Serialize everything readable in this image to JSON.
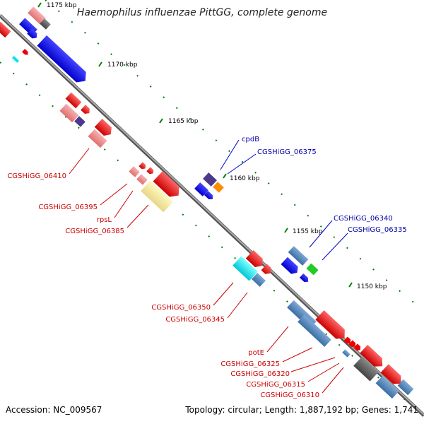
{
  "title": "Haemophilus influenzae PittGG, complete genome",
  "ticks": [
    "1175 kbp",
    "1170 kbp",
    "1165 kbp",
    "1160 kbp",
    "1155 kbp",
    "1150 kbp"
  ],
  "labels_forward": [
    "cpdB",
    "CGSHiGG_06375",
    "CGSHiGG_06340",
    "CGSHiGG_06335"
  ],
  "labels_reverse": [
    "CGSHiGG_06410",
    "CGSHiGG_06395",
    "rpsL",
    "CGSHiGG_06385",
    "CGSHiGG_06350",
    "CGSHiGG_06345",
    "potE",
    "CGSHiGG_06325",
    "CGSHiGG_06320",
    "CGSHiGG_06315",
    "CGSHiGG_06310"
  ],
  "colors": {
    "backbone": "#888888",
    "forward_gene": "#0000ee",
    "reverse_gene": "#ee0000",
    "light_red": "#f08080",
    "steel_blue": "#4a7fb5",
    "cyan": "#00e5ee",
    "khaki": "#f0e68c",
    "slate": "#4b3a8c",
    "orange": "#ff8c00",
    "green": "#22cc22",
    "gray": "#555555",
    "tick": "#008000"
  },
  "footer": {
    "accession": "Accession: NC_009567",
    "summary": "Topology: circular; Length: 1,887,192 bp; Genes: 1,741"
  }
}
